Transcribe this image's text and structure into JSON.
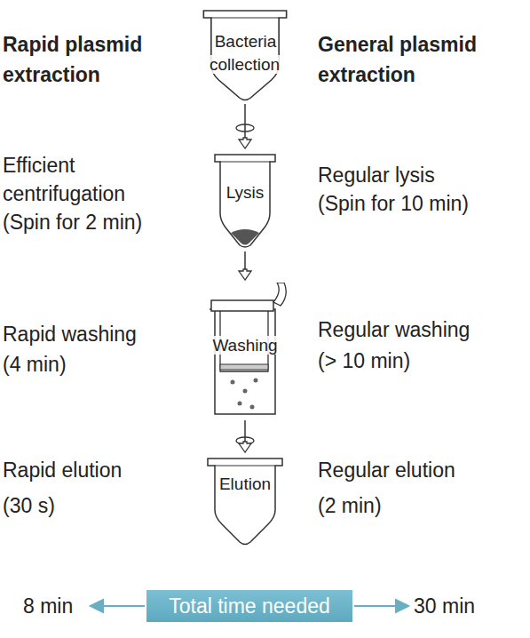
{
  "diagram": {
    "nodes": [
      {
        "text": [
          "Bacteria collection"
        ]
      },
      {
        "text": [
          "Lysis"
        ]
      },
      {
        "text": [
          "Washing"
        ]
      },
      {
        "text": [
          "Elution"
        ]
      },
      {
        "text": [
          "Total time needed"
        ]
      }
    ],
    "edges": [
      {
        "from": 0,
        "to": 1,
        "arrow": "to"
      },
      {
        "from": 1,
        "to": 2,
        "arrow": "to"
      },
      {
        "from": 2,
        "to": 3,
        "arrow": "to"
      }
    ],
    "labels": [
      "Rapid plasmid extraction",
      "General plasmid extraction",
      "Efficient centrifugation",
      "(Spin for 2 min)",
      "Regular lysis",
      "(Spin for 10 min)",
      "Rapid washing",
      "(4 min)",
      "Regular washing",
      "(> 10 min)",
      "Rapid elution",
      "(30 s)",
      "Regular elution",
      "(2 min)",
      "8 min",
      "30 min"
    ]
  }
}
